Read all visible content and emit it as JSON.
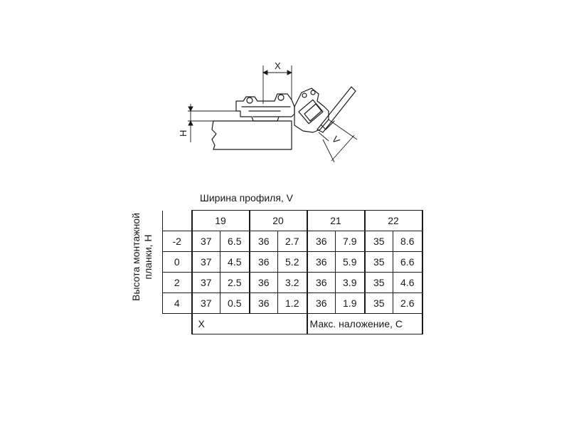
{
  "diagram": {
    "dim_x": "X",
    "dim_h": "H",
    "dim_v": "V"
  },
  "table": {
    "title": "Ширина профиля, V",
    "row_caption_line1": "Высота монтажной",
    "row_caption_line2": "планки, H",
    "profile_widths": [
      "19",
      "20",
      "21",
      "22"
    ],
    "rows": [
      {
        "h": "-2",
        "cells": [
          [
            "37",
            "6.5"
          ],
          [
            "36",
            "2.7"
          ],
          [
            "36",
            "7.9"
          ],
          [
            "35",
            "8.6"
          ]
        ]
      },
      {
        "h": "0",
        "cells": [
          [
            "37",
            "4.5"
          ],
          [
            "36",
            "5.2"
          ],
          [
            "36",
            "5.9"
          ],
          [
            "35",
            "6.6"
          ]
        ]
      },
      {
        "h": "2",
        "cells": [
          [
            "37",
            "2.5"
          ],
          [
            "36",
            "3.2"
          ],
          [
            "36",
            "3.9"
          ],
          [
            "35",
            "4.6"
          ]
        ]
      },
      {
        "h": "4",
        "cells": [
          [
            "37",
            "0.5"
          ],
          [
            "36",
            "1.2"
          ],
          [
            "36",
            "1.9"
          ],
          [
            "35",
            "2.6"
          ]
        ]
      }
    ],
    "footer_left": "X",
    "footer_right": "Макс. наложение, C"
  }
}
